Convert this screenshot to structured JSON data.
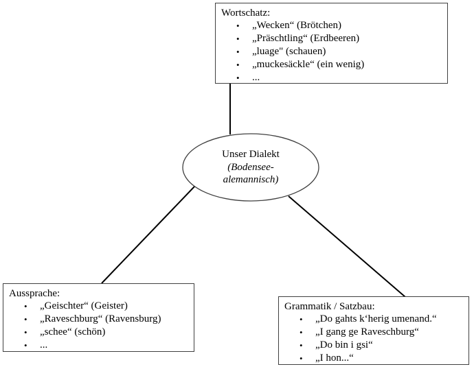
{
  "glyphs": {
    "bullet": "•"
  },
  "colors": {
    "background": "#ffffff",
    "text": "#000000",
    "box_border": "#3f3f3f",
    "connector": "#000000"
  },
  "center_node": {
    "line1": "Unser Dialekt",
    "line2": "(Bodensee-",
    "line3": "alemannisch)"
  },
  "boxes": {
    "wortschatz": {
      "title": "Wortschatz:",
      "items": [
        "„Wecken“ (Brötchen)",
        "„Präschtling“ (Erdbeeren)",
        "„luage\" (schauen)",
        "„muckesäckle“ (ein wenig)",
        "..."
      ]
    },
    "aussprache": {
      "title": "Aussprache:",
      "items": [
        "„Geischter“ (Geister)",
        "„Raveschburg“ (Ravensburg)",
        "„schee“ (schön)",
        "..."
      ]
    },
    "grammatik": {
      "title": "Grammatik / Satzbau:",
      "items": [
        "„Do gahts k‘herig umenand.“",
        "„I gang ge Raveschburg“",
        "„Do bin i gsi“",
        "„I hon...“"
      ]
    }
  }
}
